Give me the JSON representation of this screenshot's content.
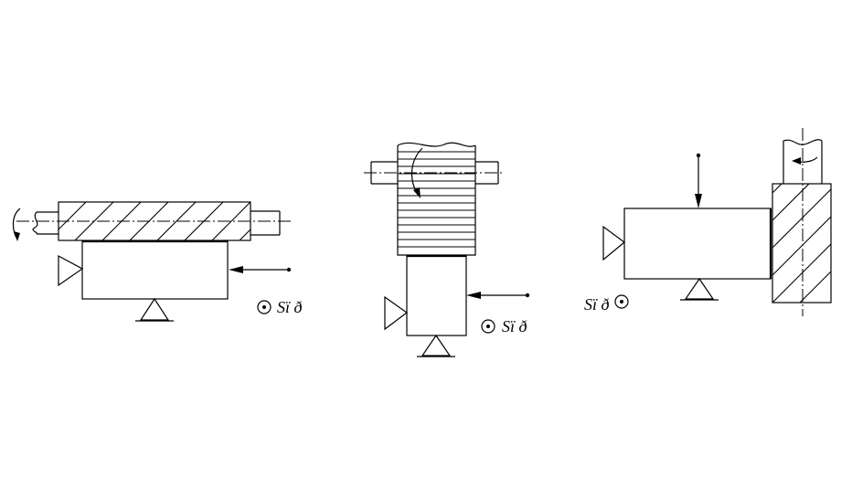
{
  "labels": {
    "feed_left": "Sï ð",
    "feed_middle": "Sï ð",
    "feed_right": "Sï ð"
  },
  "icons": {
    "feed_direction": "circle-dot-out-of-plane",
    "rotation": "curved-arrow",
    "support": "triangle-fixed-support",
    "locator": "triangle-side-locator"
  },
  "colors": {
    "line": "#000000",
    "background": "#ffffff"
  }
}
